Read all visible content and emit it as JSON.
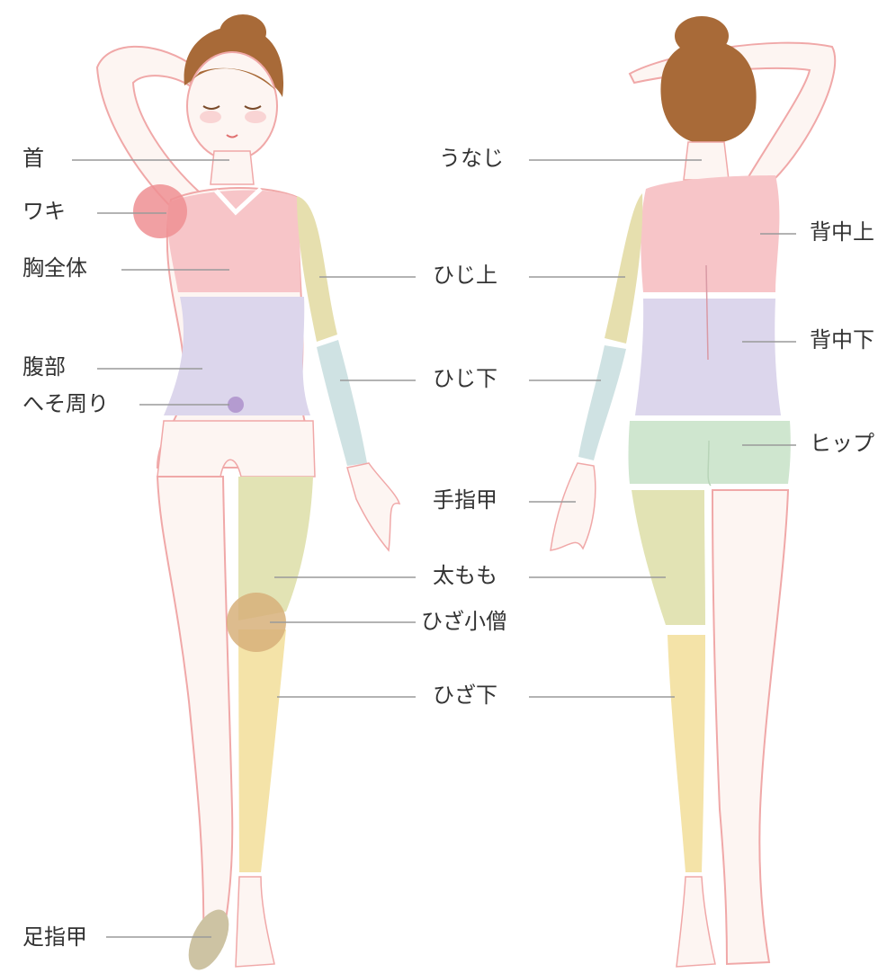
{
  "labels": {
    "neck": "首",
    "armpit": "ワキ",
    "chest": "胸全体",
    "abdomen": "腹部",
    "navel": "へそ周り",
    "toenail": "足指甲",
    "nape": "うなじ",
    "upper_arm": "ひじ上",
    "lower_arm": "ひじ下",
    "fingernail": "手指甲",
    "thigh": "太もも",
    "knee": "ひざ小僧",
    "below_knee": "ひざ下",
    "upper_back": "背中上",
    "lower_back": "背中下",
    "hip": "ヒップ"
  },
  "colors": {
    "outline": "#f0a8a8",
    "leader": "#9a9a9a",
    "label": "#333333",
    "hair": "#a86a38",
    "skin": "#fdf5f2",
    "chest": "#f7c5c8",
    "belly": "#dcd6ec",
    "upper_arm": "#e6dfae",
    "forearm": "#cfe2e3",
    "thigh": "#e2e3b4",
    "lower_leg": "#f4e3a8",
    "hip": "#cfe6cf",
    "armpit": "#ee8f93",
    "knee": "#d7b07a",
    "navel": "#b49bd0",
    "toenail": "#cdc3a3"
  }
}
